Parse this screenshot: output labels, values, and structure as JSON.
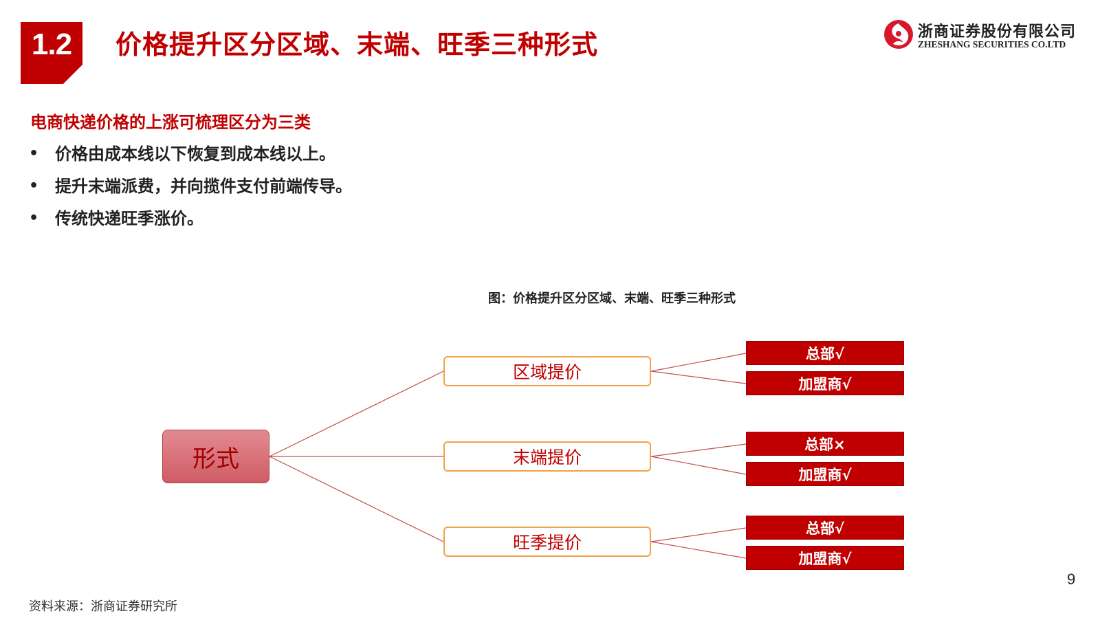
{
  "header": {
    "section_number": "1.2",
    "title": "价格提升区分区域、末端、旺季三种形式",
    "logo_cn": "浙商证券股份有限公司",
    "logo_en": "ZHESHANG SECURITIES CO.LTD"
  },
  "content": {
    "subheading": "电商快递价格的上涨可梳理区分为三类",
    "bullets": [
      "价格由成本线以下恢复到成本线以上。",
      "提升末端派费，并向揽件支付前端传导。",
      "传统快递旺季涨价。"
    ]
  },
  "figure": {
    "caption": "图：价格提升区分区域、末端、旺季三种形式",
    "root": "形式",
    "branches": [
      {
        "label": "区域提价",
        "leaves": [
          "总部√",
          "加盟商√"
        ]
      },
      {
        "label": "末端提价",
        "leaves": [
          "总部×",
          "加盟商√"
        ]
      },
      {
        "label": "旺季提价",
        "leaves": [
          "总部√",
          "加盟商√"
        ]
      }
    ]
  },
  "footer": {
    "page_number": "9",
    "source": "资料来源：浙商证券研究所"
  },
  "colors": {
    "brand_red": "#c00000",
    "node_border_orange": "#f0a24a",
    "connector": "#c0504d"
  }
}
